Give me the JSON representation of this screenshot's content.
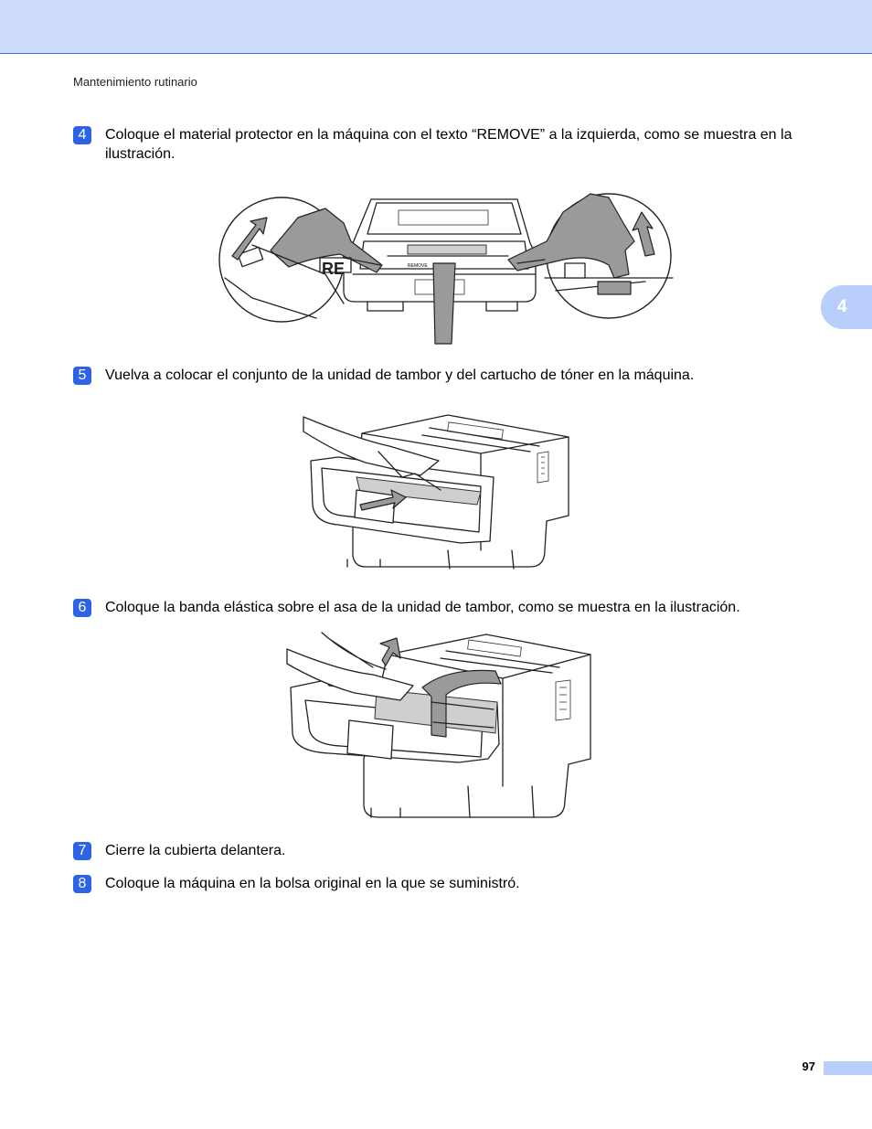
{
  "header": {
    "running_head": "Mantenimiento rutinario",
    "chapter_tab": "4"
  },
  "steps": [
    {
      "number": "4",
      "text": "Coloque el material protector en la máquina con el texto “REMOVE” a la izquierda, como se muestra en la ilustración."
    },
    {
      "number": "5",
      "text": "Vuelva a colocar el conjunto de la unidad de tambor y del cartucho de tóner en la máquina."
    },
    {
      "number": "6",
      "text": "Coloque la banda elástica sobre el asa de la unidad de tambor, como se muestra en la ilustración."
    },
    {
      "number": "7",
      "text": "Cierre la cubierta delantera."
    },
    {
      "number": "8",
      "text": "Coloque la máquina en la bolsa original en la que se suministró."
    }
  ],
  "illustrations": {
    "protector_label_large": "RE",
    "protector_label_small": "REMOVE"
  },
  "footer": {
    "page_number": "97"
  },
  "colors": {
    "header_band": "#cddcfb",
    "tab": "#b9cefa",
    "step_badge": "#2e63e6"
  }
}
